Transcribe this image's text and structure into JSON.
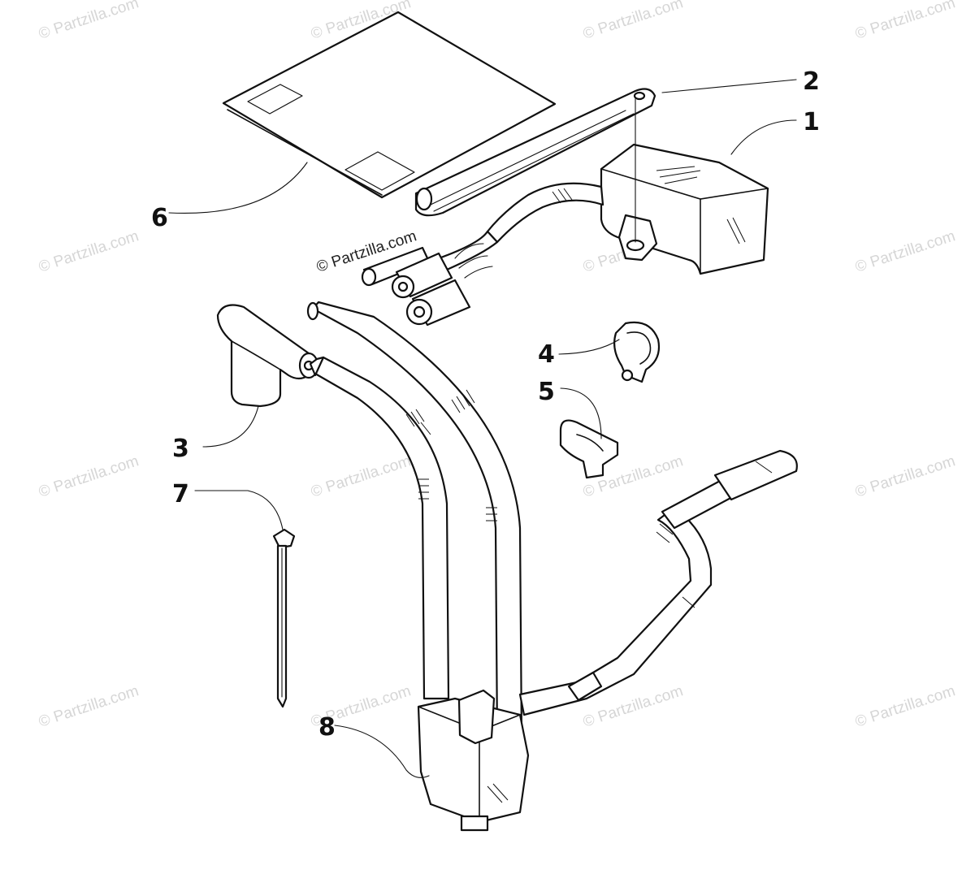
{
  "watermark": {
    "text": "© Partzilla.com",
    "accent_text": "© Partzilla.com"
  },
  "callouts": [
    {
      "id": "1",
      "label": "1"
    },
    {
      "id": "2",
      "label": "2"
    },
    {
      "id": "3",
      "label": "3"
    },
    {
      "id": "4",
      "label": "4"
    },
    {
      "id": "5",
      "label": "5"
    },
    {
      "id": "6",
      "label": "6"
    },
    {
      "id": "7",
      "label": "7"
    },
    {
      "id": "8",
      "label": "8"
    }
  ],
  "colors": {
    "ink": "#111111",
    "background": "#ffffff",
    "watermark": "#d6d6d6"
  }
}
